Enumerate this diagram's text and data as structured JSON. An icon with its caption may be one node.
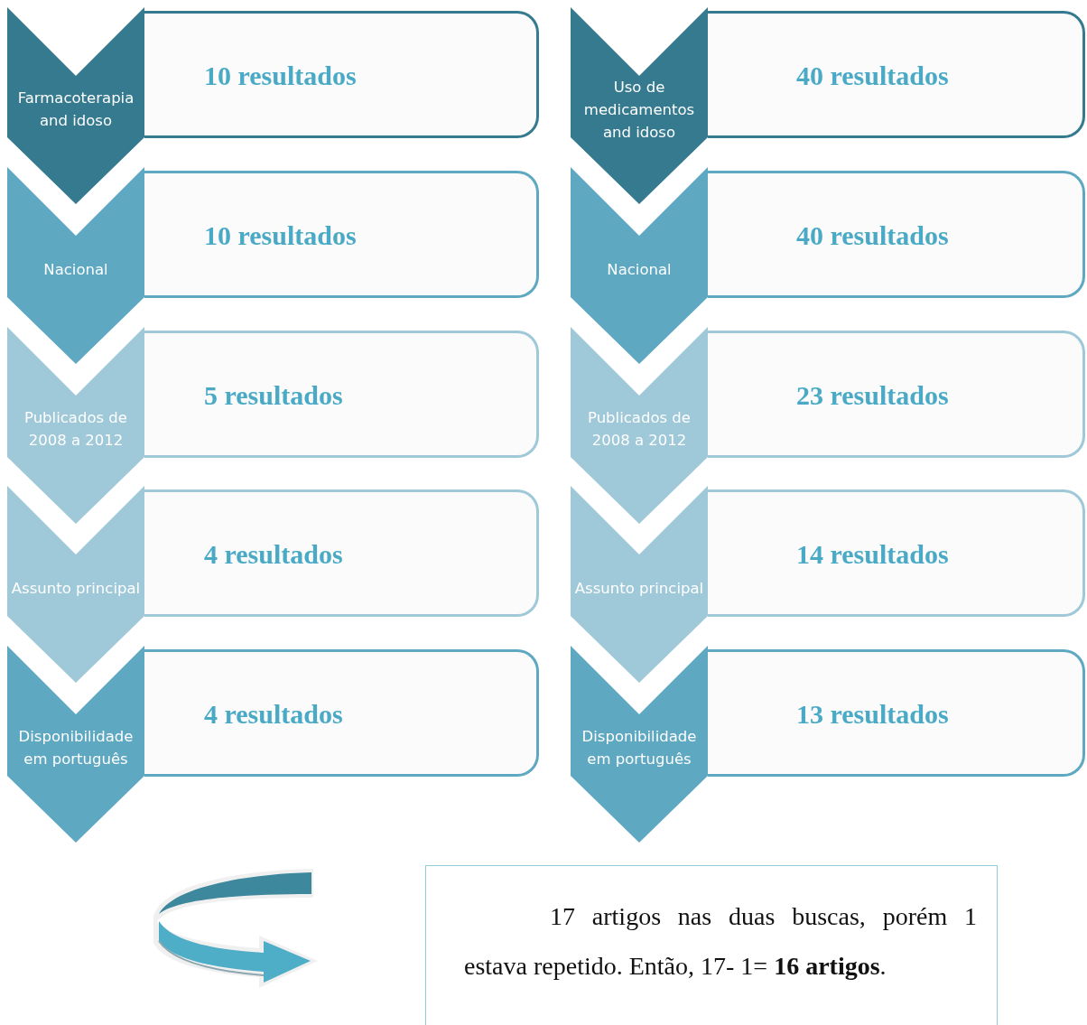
{
  "diagram": {
    "nodes": [
      {
        "text": [
          "Farmacoterapia and idoso"
        ]
      },
      {
        "text": [
          "10 resultados"
        ]
      },
      {
        "text": [
          "Nacional"
        ]
      },
      {
        "text": [
          "10 resultados"
        ]
      },
      {
        "text": [
          "Publicados de 2008 a 2012"
        ]
      },
      {
        "text": [
          "5 resultados"
        ]
      },
      {
        "text": [
          "Assunto principal"
        ]
      },
      {
        "text": [
          "4 resultados"
        ]
      },
      {
        "text": [
          "Disponibilidade em português"
        ]
      },
      {
        "text": [
          "4 resultados"
        ]
      },
      {
        "text": [
          "Uso de medicamentos and idoso"
        ]
      },
      {
        "text": [
          "40 resultados"
        ]
      },
      {
        "text": [
          "Nacional"
        ]
      },
      {
        "text": [
          "40 resultados"
        ]
      },
      {
        "text": [
          "Publicados de 2008 a 2012"
        ]
      },
      {
        "text": [
          "23 resultados"
        ]
      },
      {
        "text": [
          "Assunto principal"
        ]
      },
      {
        "text": [
          "14 resultados"
        ]
      },
      {
        "text": [
          "Disponibilidade em português"
        ]
      },
      {
        "text": [
          "13 resultados"
        ]
      },
      {
        "text": [
          "17 artigos nas duas buscas, porém 1 estava repetido. Então, 17- 1= **16 artigos**."
        ]
      }
    ]
  }
}
